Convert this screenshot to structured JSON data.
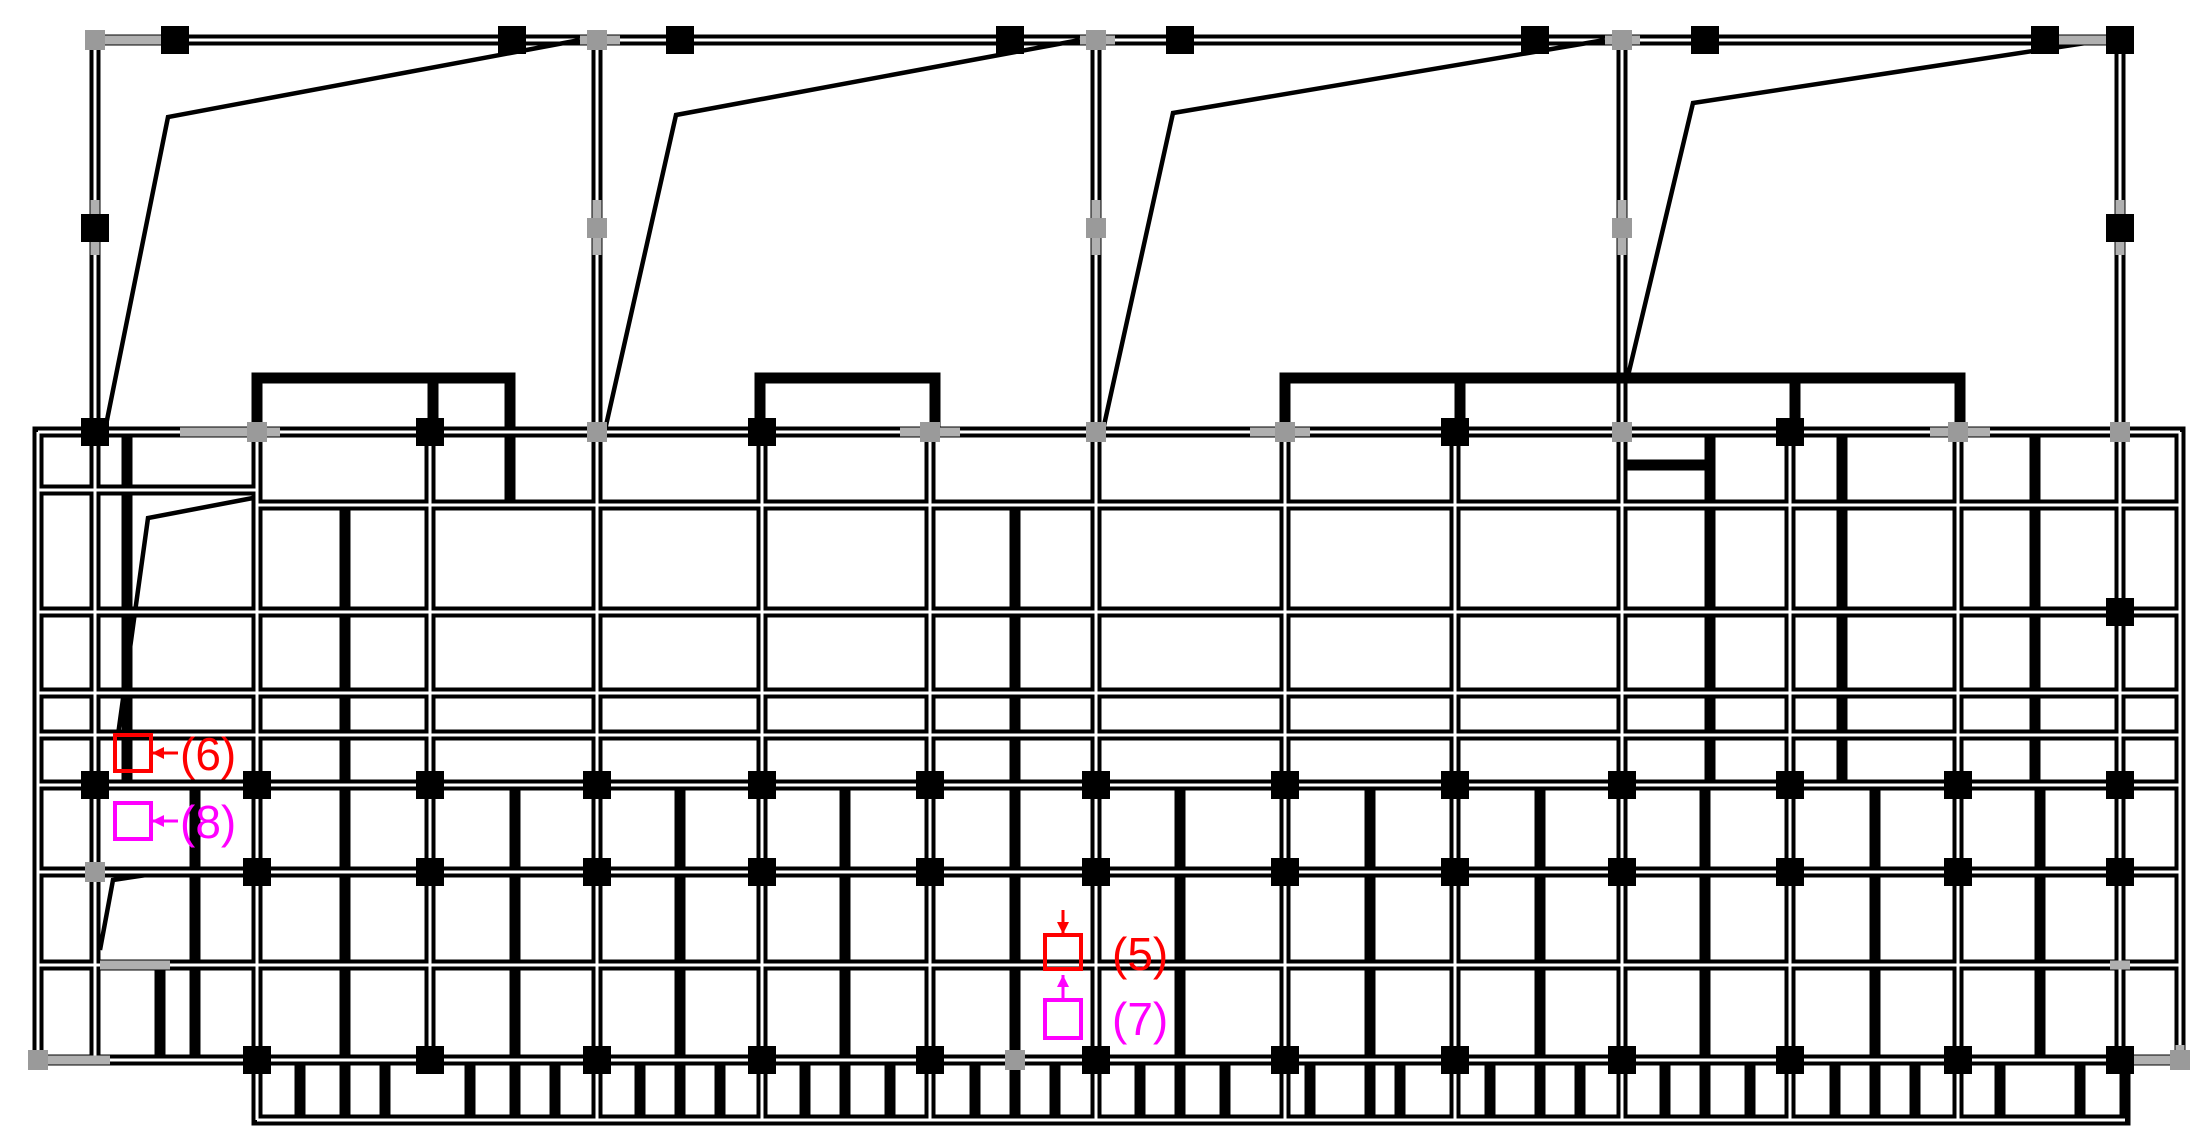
{
  "labels": [
    {
      "id": "loc-5",
      "text": "(5)",
      "color": "#ff0000",
      "arrow": "down"
    },
    {
      "id": "loc-6",
      "text": "(6)",
      "color": "#ff0000",
      "arrow": "left"
    },
    {
      "id": "loc-7",
      "text": "(7)",
      "color": "#ff00ff",
      "arrow": "up"
    },
    {
      "id": "loc-8",
      "text": "(8)",
      "color": "#ff00ff",
      "arrow": "left"
    }
  ],
  "colors": {
    "wall": "#000000",
    "column": "#000000",
    "pin": "#9a9a9a"
  }
}
